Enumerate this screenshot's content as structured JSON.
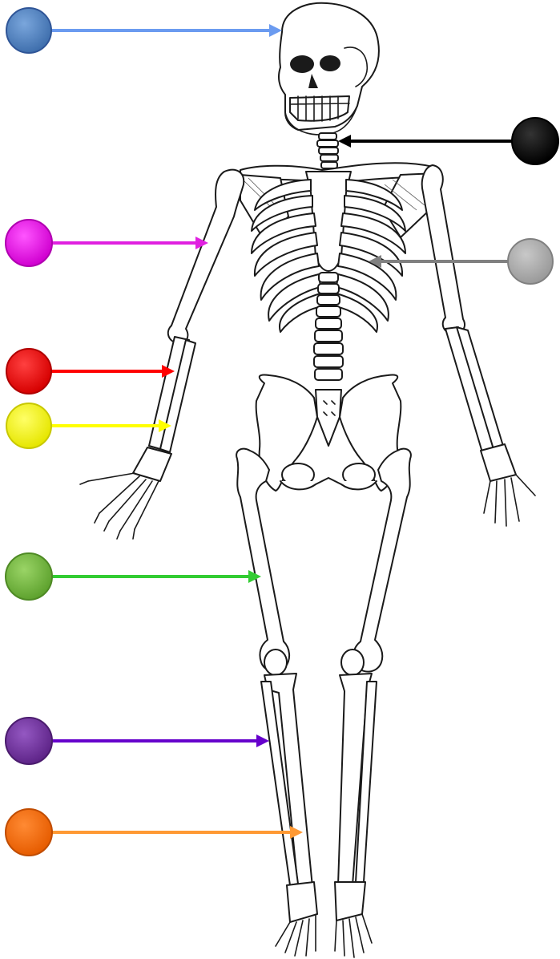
{
  "diagram": {
    "subject": "human skeleton",
    "markers": [
      {
        "id": "skull",
        "color": "#4f81bd",
        "arrow_color": "#6b9bf0",
        "side": "left"
      },
      {
        "id": "cervical-vertebrae",
        "color": "#000000",
        "arrow_color": "#000000",
        "side": "right"
      },
      {
        "id": "humerus",
        "color": "#ff00ff",
        "arrow_color": "#e020e0",
        "side": "left"
      },
      {
        "id": "ribs",
        "color": "#a6a6a6",
        "arrow_color": "#808080",
        "side": "right"
      },
      {
        "id": "radius",
        "color": "#ff0000",
        "arrow_color": "#ff0000",
        "side": "left"
      },
      {
        "id": "ulna",
        "color": "#ffff00",
        "arrow_color": "#ffff00",
        "side": "left"
      },
      {
        "id": "femur",
        "color": "#7ac142",
        "arrow_color": "#33cc33",
        "side": "left"
      },
      {
        "id": "tibia",
        "color": "#7030a0",
        "arrow_color": "#6600cc",
        "side": "left"
      },
      {
        "id": "fibula",
        "color": "#ff6600",
        "arrow_color": "#ff9933",
        "side": "left"
      }
    ]
  }
}
